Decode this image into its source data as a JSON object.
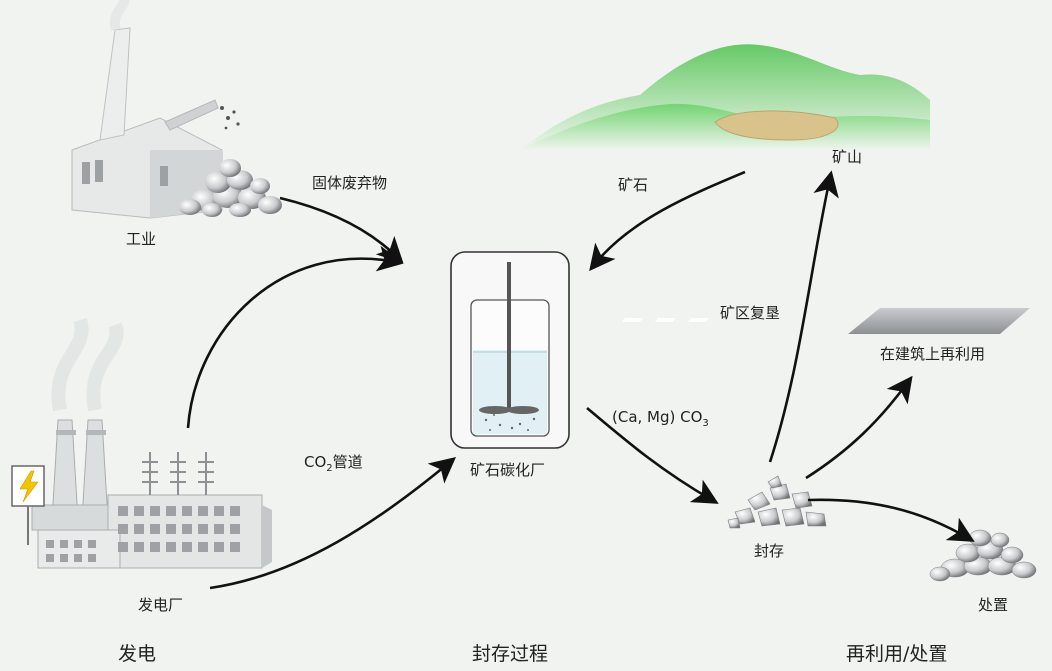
{
  "labels": {
    "industry": "工业",
    "solid_waste": "固体废弃物",
    "power_plant": "发电厂",
    "co2_pre": "CO",
    "co2_sub": "2",
    "co2_post": "管道",
    "ore": "矿石",
    "mine": "矿山",
    "mine_reclamation": "矿区复垦",
    "reuse_building": "在建筑上再利用",
    "carbonates_pre": "(Ca, Mg) CO",
    "carbonates_sub": "3",
    "carbonation_plant": "矿石碳化厂",
    "storage": "封存",
    "disposal": "处置"
  },
  "sections": {
    "left": "发电",
    "middle": "封存过程",
    "right": "再利用/处置"
  },
  "colors": {
    "hill_green": "#5ec85a",
    "hill_light": "#e6f2e4",
    "quarry": "#d9c38a",
    "bolt": "#f3c400",
    "arrow": "#111111",
    "liquid": "#d8ecf2"
  }
}
